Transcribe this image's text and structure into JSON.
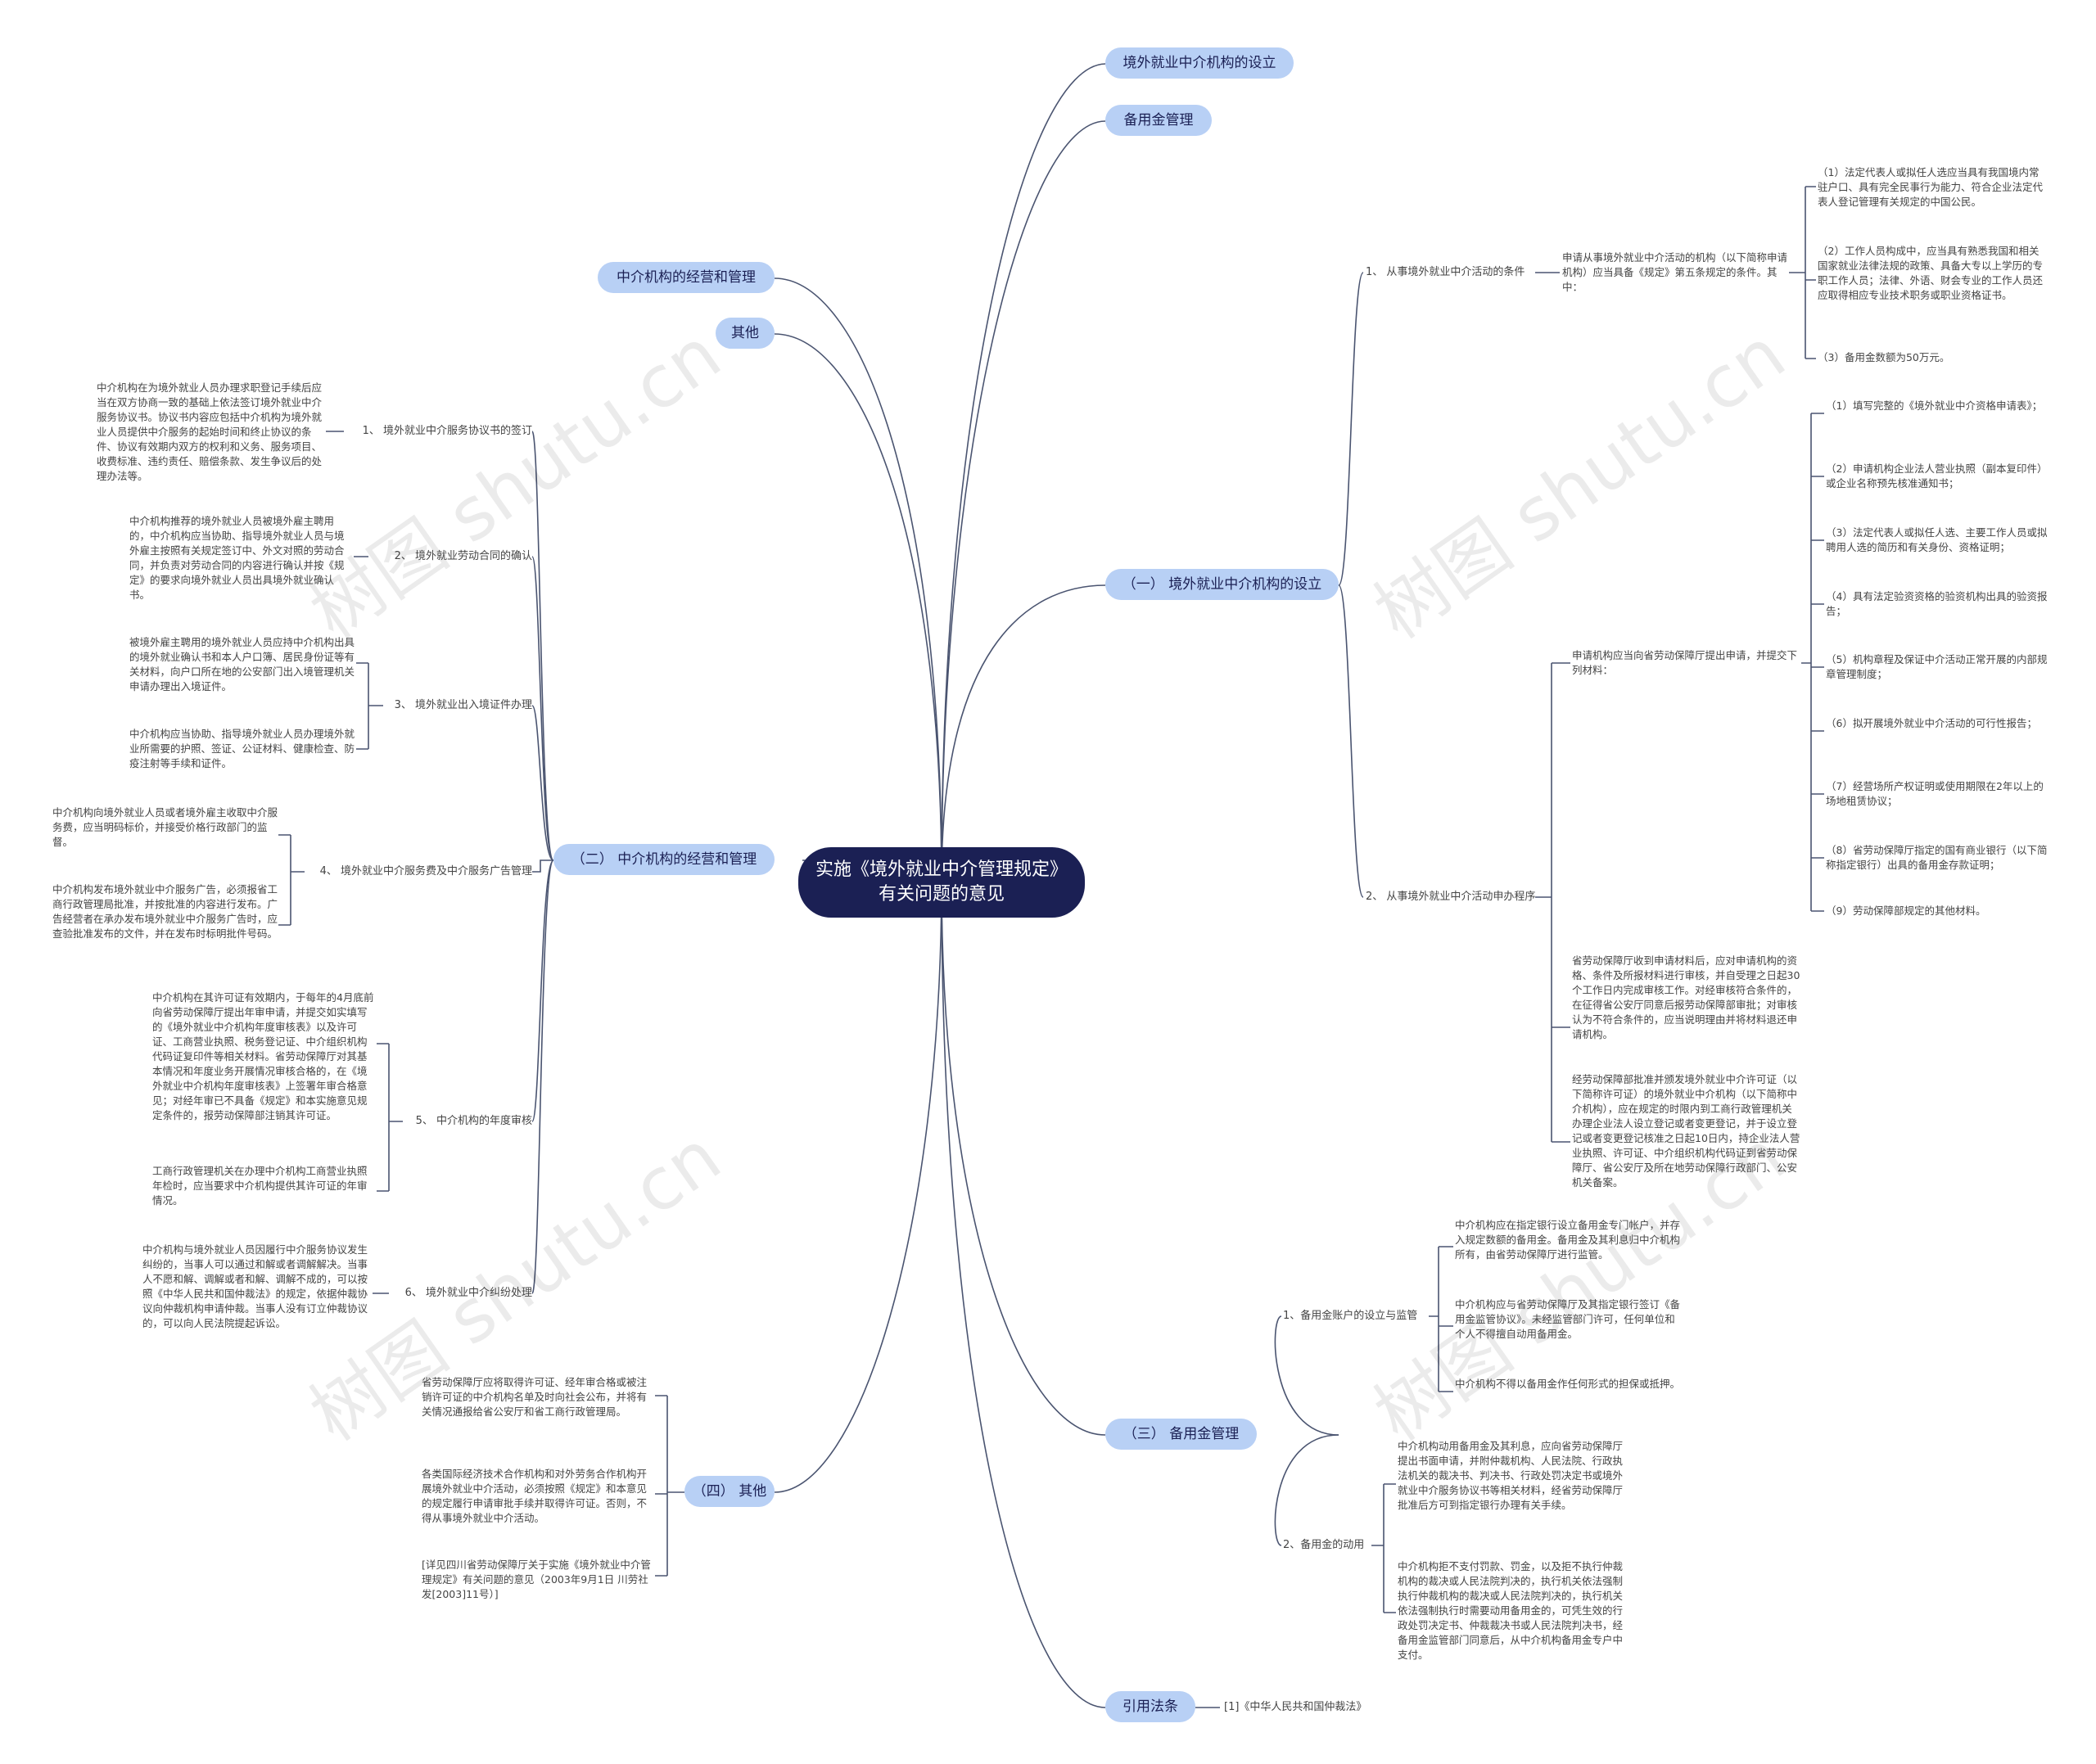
{
  "root": "实施《境外就业中介管理规定》有关问题的意见",
  "watermark": "树图 shutu.cn",
  "colors": {
    "root": "#1b2054",
    "pill": "#b8d0f5",
    "line": "#4a5470"
  },
  "right": {
    "top1": "境外就业中介机构的设立",
    "top2": "备用金管理",
    "sec1": {
      "title": "（一） 境外就业中介机构的设立",
      "c1": {
        "label": "1、 从事境外就业中介活动的条件",
        "mid": "申请从事境外就业中介活动的机构（以下简称申请机构）应当具备《规定》第五条规定的条件。其中：",
        "leaves": [
          "（1）法定代表人或拟任人选应当具有我国境内常驻户口、具有完全民事行为能力、符合企业法定代表人登记管理有关规定的中国公民。",
          "（2）工作人员构成中，应当具有熟悉我国和相关国家就业法律法规的政策、具备大专以上学历的专职工作人员；法律、外语、财会专业的工作人员还应取得相应专业技术职务或职业资格证书。",
          "（3）备用金数额为50万元。"
        ]
      },
      "c2": {
        "label": "2、 从事境外就业中介活动申办程序",
        "mid": "申请机构应当向省劳动保障厅提出申请，并提交下列材料：",
        "leaves": [
          "（1）填写完整的《境外就业中介资格申请表》；",
          "（2）申请机构企业法人营业执照（副本复印件）或企业名称预先核准通知书；",
          "（3）法定代表人或拟任人选、主要工作人员或拟聘用人选的简历和有关身份、资格证明；",
          "（4）具有法定验资资格的验资机构出具的验资报告；",
          "（5）机构章程及保证中介活动正常开展的内部规章管理制度；",
          "（6）拟开展境外就业中介活动的可行性报告；",
          "（7）经营场所产权证明或使用期限在2年以上的场地租赁协议；",
          "（8）省劳动保障厅指定的国有商业银行（以下简称指定银行）出具的备用金存款证明；",
          "（9）劳动保障部规定的其他材料。"
        ],
        "extra": [
          "省劳动保障厅收到申请材料后，应对申请机构的资格、条件及所报材料进行审核，并自受理之日起30个工作日内完成审核工作。对经审核符合条件的，在征得省公安厅同意后报劳动保障部审批；对审核认为不符合条件的，应当说明理由并将材料退还申请机构。",
          "经劳动保障部批准并颁发境外就业中介许可证（以下简称许可证）的境外就业中介机构（以下简称中介机构），应在规定的时限内到工商行政管理机关办理企业法人设立登记或者变更登记，并于设立登记或者变更登记核准之日起10日内，持企业法人营业执照、许可证、中介组织机构代码证到省劳动保障厅、省公安厅及所在地劳动保障行政部门、公安机关备案。"
        ]
      }
    },
    "sec3": {
      "title": "（三） 备用金管理",
      "c1": {
        "label": "1、备用金账户的设立与监管",
        "leaves": [
          "中介机构应在指定银行设立备用金专门帐户，并存入规定数额的备用金。备用金及其利息归中介机构所有，由省劳动保障厅进行监管。",
          "中介机构应与省劳动保障厅及其指定银行签订《备用金监管协议》。未经监管部门许可，任何单位和个人不得擅自动用备用金。",
          "中介机构不得以备用金作任何形式的担保或抵押。"
        ]
      },
      "c2": {
        "label": "2、备用金的动用",
        "leaves": [
          "中介机构动用备用金及其利息，应向省劳动保障厅提出书面申请，并附仲裁机构、人民法院、行政执法机关的裁决书、判决书、行政处罚决定书或境外就业中介服务协议书等相关材料，经省劳动保障厅批准后方可到指定银行办理有关手续。",
          "中介机构拒不支付罚款、罚金，以及拒不执行仲裁机构的裁决或人民法院判决的，执行机关依法强制执行仲裁机构的裁决或人民法院判决的，执行机关依法强制执行时需要动用备用金的，可凭生效的行政处罚决定书、仲裁裁决书或人民法院判决书，经备用金监管部门同意后，从中介机构备用金专户中支付。"
        ]
      }
    },
    "cite": {
      "title": "引用法条",
      "leaf": "[1]《中华人民共和国仲裁法》"
    }
  },
  "left": {
    "top1": "中介机构的经营和管理",
    "top2": "其他",
    "sec2": {
      "title": "（二） 中介机构的经营和管理",
      "items": [
        {
          "label": "1、 境外就业中介服务协议书的签订",
          "leaves": [
            "中介机构在为境外就业人员办理求职登记手续后应当在双方协商一致的基础上依法签订境外就业中介服务协议书。协议书内容应包括中介机构为境外就业人员提供中介服务的起始时间和终止协议的条件、协议有效期内双方的权利和义务、服务项目、收费标准、违约责任、赔偿条款、发生争议后的处理办法等。"
          ]
        },
        {
          "label": "2、 境外就业劳动合同的确认",
          "leaves": [
            "中介机构推荐的境外就业人员被境外雇主聘用的，中介机构应当协助、指导境外就业人员与境外雇主按照有关规定签订中、外文对照的劳动合同，并负责对劳动合同的内容进行确认并按《规定》的要求向境外就业人员出具境外就业确认书。"
          ]
        },
        {
          "label": "3、 境外就业出入境证件办理",
          "leaves": [
            "被境外雇主聘用的境外就业人员应持中介机构出具的境外就业确认书和本人户口簿、居民身份证等有关材料，向户口所在地的公安部门出入境管理机关申请办理出入境证件。",
            "中介机构应当协助、指导境外就业人员办理境外就业所需要的护照、签证、公证材料、健康检查、防疫注射等手续和证件。"
          ]
        },
        {
          "label": "4、 境外就业中介服务费及中介服务广告管理",
          "leaves": [
            "中介机构向境外就业人员或者境外雇主收取中介服务费，应当明码标价，并接受价格行政部门的监督。",
            "中介机构发布境外就业中介服务广告，必须报省工商行政管理局批准，并按批准的内容进行发布。广告经营者在承办发布境外就业中介服务广告时，应查验批准发布的文件，并在发布时标明批件号码。"
          ]
        },
        {
          "label": "5、 中介机构的年度审核",
          "leaves": [
            "中介机构在其许可证有效期内，于每年的4月底前向省劳动保障厅提出年审申请，并提交如实填写的《境外就业中介机构年度审核表》以及许可证、工商营业执照、税务登记证、中介组织机构代码证复印件等相关材料。省劳动保障厅对其基本情况和年度业务开展情况审核合格的，在《境外就业中介机构年度审核表》上签署年审合格意见；对经年审已不具备《规定》和本实施意见规定条件的，报劳动保障部注销其许可证。",
            "工商行政管理机关在办理中介机构工商营业执照年检时，应当要求中介机构提供其许可证的年审情况。"
          ]
        },
        {
          "label": "6、 境外就业中介纠纷处理",
          "leaves": [
            "中介机构与境外就业人员因履行中介服务协议发生纠纷的，当事人可以通过和解或者调解解决。当事人不愿和解、调解或者和解、调解不成的，可以按照《中华人民共和国仲裁法》的规定，依据仲裁协议向仲裁机构申请仲裁。当事人没有订立仲裁协议的，可以向人民法院提起诉讼。"
          ]
        }
      ]
    },
    "sec4": {
      "title": "（四） 其他",
      "leaves": [
        "省劳动保障厅应将取得许可证、经年审合格或被注销许可证的中介机构名单及时向社会公布，并将有关情况通报给省公安厅和省工商行政管理局。",
        "各类国际经济技术合作机构和对外劳务合作机构开展境外就业中介活动，必须按照《规定》和本意见的规定履行申请审批手续并取得许可证。否则，不得从事境外就业中介活动。",
        "[详见四川省劳动保障厅关于实施《境外就业中介管理规定》有关问题的意见（2003年9月1日 川劳社发[2003]11号）]"
      ]
    }
  }
}
